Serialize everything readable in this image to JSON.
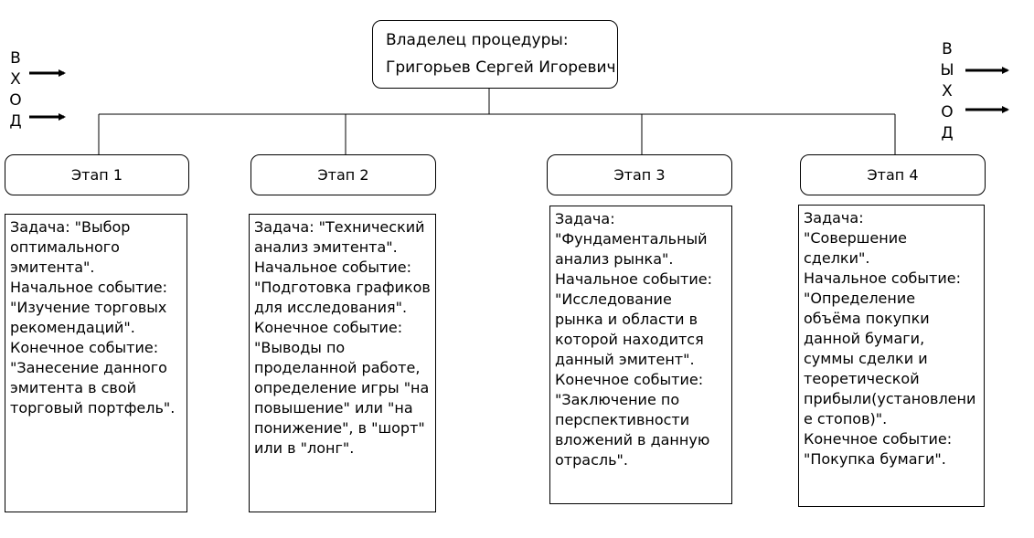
{
  "owner": {
    "line1": "Владелец процедуры:",
    "line2": "Григорьев Сергей Игоревич"
  },
  "input_label": "В\nХ\nО\nД",
  "output_label": "В\nЫ\nХ\nО\nД",
  "stages": [
    {
      "title": "Этап 1",
      "text": "Задача: \"Выбор\nоптимального\nэмитента\".\nНачальное событие:\n\"Изучение торговых\nрекомендаций\".\nКонечное событие:\n\"Занесение данного\nэмитента в свой\nторговый портфель\"."
    },
    {
      "title": "Этап 2",
      "text": "Задача: \"Технический\nанализ эмитента\".\nНачальное событие:\n\"Подготовка графиков\nдля исследования\".\nКонечное событие:\n\"Выводы по\nпроделанной работе,\nопределение игры \"на\nповышение\" или \"на\nпонижение\", в \"шорт\"\nили в \"лонг\"."
    },
    {
      "title": "Этап 3",
      "text": "Задача:\n\"Фундаментальный\nанализ рынка\".\nНачальное событие:\n\"Исследование\nрынка и области в\nкоторой находится\nданный эмитент\".\nКонечное событие:\n\"Заключение по\nперспективности\nвложений в данную\nотрасль\"."
    },
    {
      "title": "Этап 4",
      "text": "Задача:\n\"Совершение\nсделки\".\nНачальное событие:\n\"Определение\nобъёма покупки\nданной бумаги,\nсуммы сделки и\nтеоретической\nприбыли(установлени\nе стопов)\".\nКонечное событие:\n\"Покупка бумаги\"."
    }
  ]
}
